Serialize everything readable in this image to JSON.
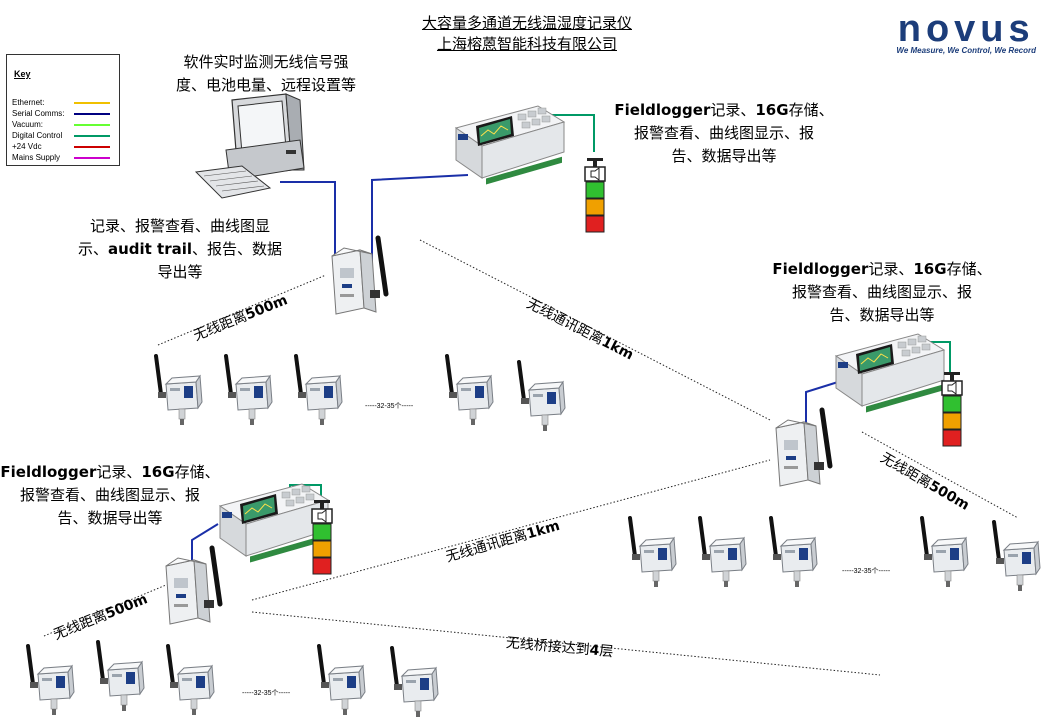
{
  "title": {
    "line1": "大容量多通道无线温湿度记录仪",
    "line2": "上海榕蒽智能科技有限公司"
  },
  "logo": {
    "wordmark": "novus",
    "slogan": "We Measure, We Control, We Record",
    "color": "#1c3d7a"
  },
  "key": {
    "title": "Key",
    "items": [
      {
        "label": "Ethernet:",
        "color": "#f0c000"
      },
      {
        "label": "Serial Comms:",
        "color": "#000080"
      },
      {
        "label": "Vacuum:",
        "color": "#66ff33"
      },
      {
        "label": "Digital Control",
        "color": "#009966"
      },
      {
        "label": "+24 Vdc",
        "color": "#cc0000"
      },
      {
        "label": "Mains Supply",
        "color": "#cc00cc"
      }
    ]
  },
  "captions": {
    "pc_top": [
      "软件实时监测无线信号强",
      "度、电池电量、远程设置等"
    ],
    "pc_bottom": {
      "line1": "记录、报警查看、曲线图显",
      "line2_a": "示、",
      "line2_b": "audit trail",
      "line2_c": "、报告、数据",
      "line3": "导出等"
    },
    "fl_top": {
      "bold": "Fieldlogger",
      "rest1": "记录、",
      "bold2": "16G",
      "rest2": "存储、",
      "line2": "报警查看、曲线图显示、报",
      "line3": "告、数据导出等"
    },
    "fl_right": {
      "bold": "Fieldlogger",
      "rest1": "记录、",
      "bold2": "16G",
      "rest2": "存储、",
      "line2": "报警查看、曲线图显示、报",
      "line3": "告、数据导出等"
    },
    "fl_left": {
      "bold": "Fieldlogger",
      "rest1": "记录、",
      "bold2": "16G",
      "rest2": "存储、",
      "line2": "报警查看、曲线图显示、报",
      "line3": "告、数据导出等"
    }
  },
  "links": {
    "top_500": {
      "text": "无线距离",
      "bold": "500m"
    },
    "mid_1km": {
      "text": "无线通讯距离",
      "bold": "1km"
    },
    "right_500": {
      "text": "无线距离",
      "bold": "500m"
    },
    "low_1km": {
      "text": "无线通讯距离",
      "bold": "1km"
    },
    "left_500": {
      "text": "无线距离",
      "bold": "500m"
    },
    "bridge": {
      "text": "无线桥接达到",
      "bold": "4",
      "tail": "层"
    }
  },
  "counts": {
    "top": "-----32-35个-----",
    "right": "-----32-35个-----",
    "bottom": "-----32-35个-----"
  },
  "colors": {
    "serial": "#1a2fa8",
    "digital": "#009966",
    "alarm_red": "#e02020",
    "alarm_amber": "#f0a000",
    "alarm_green": "#30c030"
  }
}
